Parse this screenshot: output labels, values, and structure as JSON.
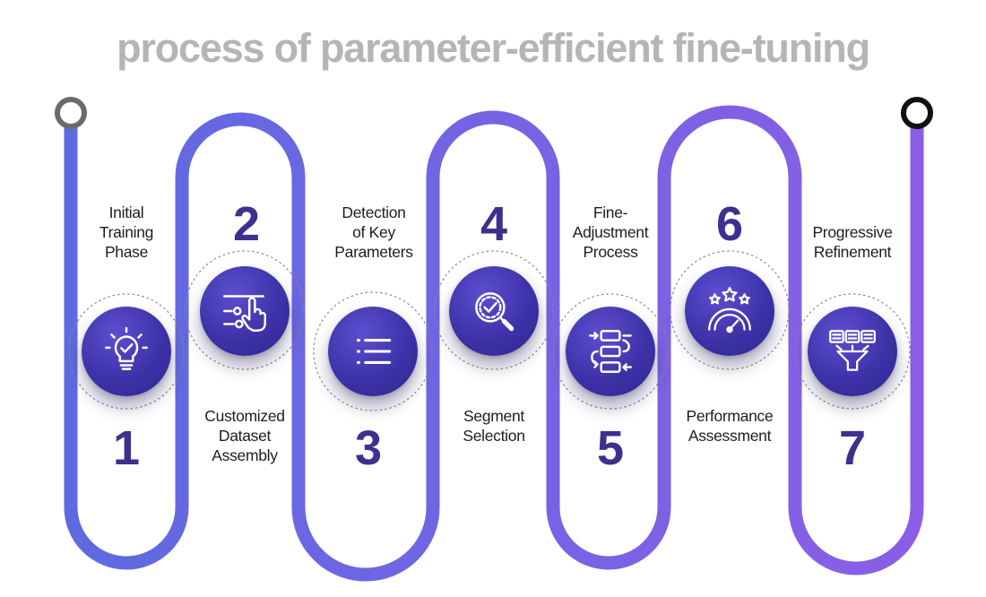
{
  "title": "process of parameter-efficient fine-tuning",
  "colors": {
    "path_start": "#5e6ae0",
    "path_end": "#8a5ee6",
    "icon_circle": "#3d33a8",
    "number": "#3f2f8e",
    "title": "#b5b5b5"
  },
  "steps": [
    {
      "number": "1",
      "label": "Initial\nTraining\nPhase",
      "icon": "lightbulb-check-icon"
    },
    {
      "number": "2",
      "label": "Customized\nDataset\nAssembly",
      "icon": "hand-pointer-sliders-icon"
    },
    {
      "number": "3",
      "label": "Detection\nof Key\nParameters",
      "icon": "list-icon"
    },
    {
      "number": "4",
      "label": "Segment\nSelection",
      "icon": "magnifier-check-icon"
    },
    {
      "number": "5",
      "label": "Fine-\nAdjustment\nProcess",
      "icon": "workflow-blocks-icon"
    },
    {
      "number": "6",
      "label": "Performance\nAssessment",
      "icon": "gauge-stars-icon"
    },
    {
      "number": "7",
      "label": "Progressive\nRefinement",
      "icon": "filter-funnel-icon"
    }
  ]
}
